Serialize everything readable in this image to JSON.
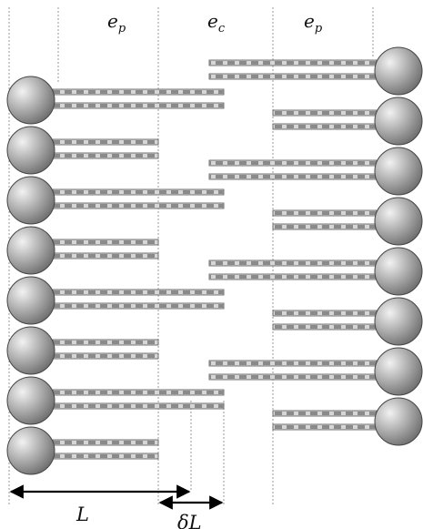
{
  "labels": {
    "ep_left": {
      "main": "e",
      "sub": "p"
    },
    "ec_middle": {
      "main": "e",
      "sub": "c"
    },
    "ep_right": {
      "main": "e",
      "sub": "p"
    },
    "length_L": "L",
    "delta_L": {
      "prefix": "δ",
      "main": "L"
    }
  },
  "colors": {
    "head_light": "#f2f2f2",
    "head_dark": "#6e6e6e",
    "tail_dash": "#8a8a8a",
    "tail_gap": "#d6d6d6",
    "tail_outline": "#555555",
    "guide_line": "#9a9a9a",
    "arrow": "#000000"
  },
  "icons": {
    "head": "circle-head-icon",
    "tail": "striped-tail-icon",
    "arrow": "double-arrow-icon"
  },
  "layers": {
    "left": {
      "lipid_count": 8,
      "tails": [
        "long",
        "short",
        "long",
        "short",
        "long",
        "short",
        "long",
        "short"
      ]
    },
    "right": {
      "lipid_count": 8,
      "tails": [
        "long",
        "short",
        "long",
        "short",
        "long",
        "short",
        "long",
        "short"
      ]
    }
  }
}
